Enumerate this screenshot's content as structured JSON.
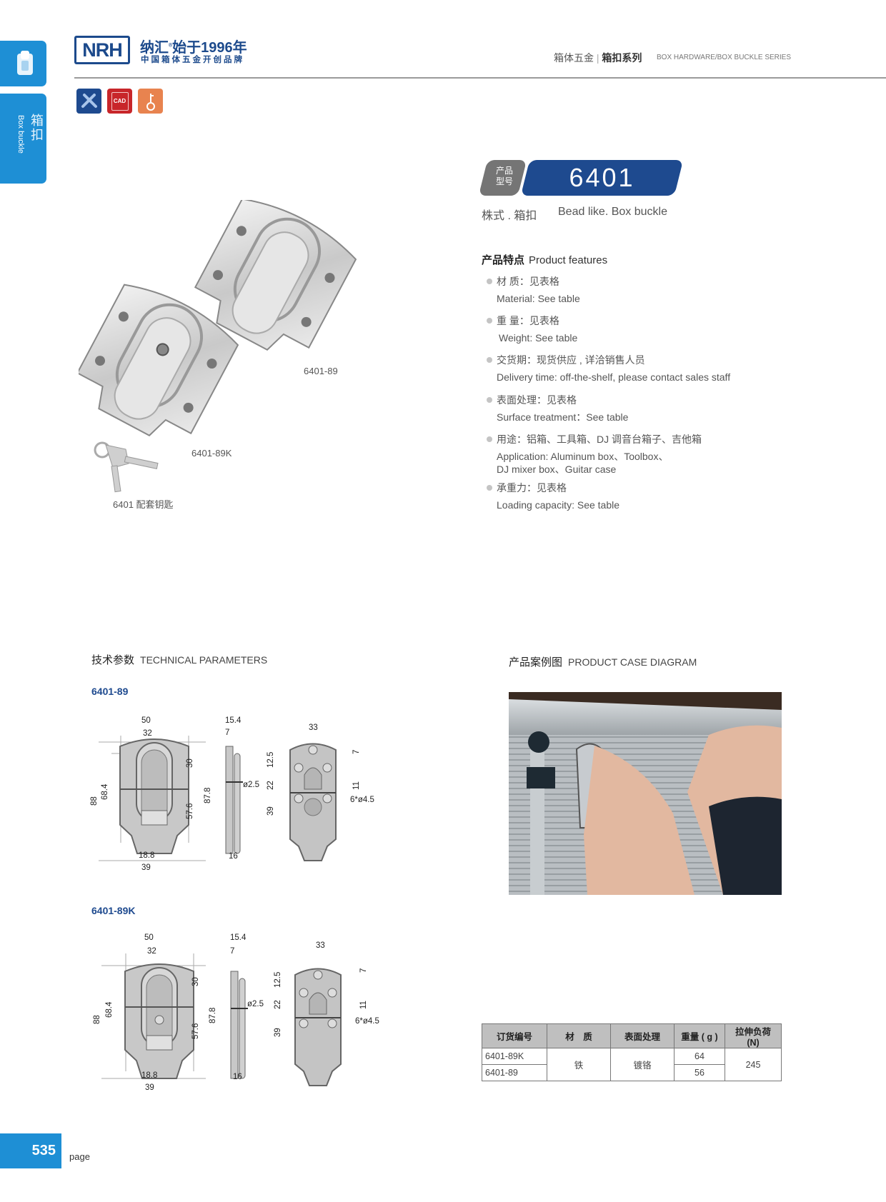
{
  "sidebar": {
    "top_icon": "buckle-icon",
    "category_cn": "箱扣",
    "category_en": "Box buckle"
  },
  "header": {
    "logo_text": "NRH",
    "brand_cn": "纳汇",
    "brand_slogan": "始于1996年",
    "brand_subtitle": "中国箱体五金开创品牌",
    "category_cn_main": "箱体五金",
    "category_cn_sub": "箱扣系列",
    "category_en": "BOX HARDWARE/BOX BUCKLE SERIES",
    "icons": [
      {
        "name": "design-tools-icon",
        "color": "#1e4a8f"
      },
      {
        "name": "cad-icon",
        "label": "CAD",
        "color": "#c8262a"
      },
      {
        "name": "key-icon",
        "color": "#e8834f"
      }
    ]
  },
  "product": {
    "model_label_line1": "产品",
    "model_label_line2": "型号",
    "model_number": "6401",
    "style_cn": "株式 . 箱扣",
    "style_en": "Bead like. Box buckle",
    "images": [
      {
        "caption": "6401-89"
      },
      {
        "caption": "6401-89K"
      },
      {
        "caption": "6401 配套钥匙"
      }
    ]
  },
  "features": {
    "title_cn": "产品特点",
    "title_en": "Product features",
    "items": [
      {
        "cn": "材  质：见表格",
        "en": "Material: See table"
      },
      {
        "cn": "重  量：见表格",
        "en": "Weight: See table"
      },
      {
        "cn": "交货期：现货供应 , 详洽销售人员",
        "en": "Delivery time: off-the-shelf, please contact sales staff"
      },
      {
        "cn": "表面处理：见表格",
        "en": "Surface treatment：See table"
      },
      {
        "cn": "用途：铝箱、工具箱、DJ 调音台箱子、吉他箱",
        "en": "Application: Aluminum box、Toolbox、",
        "en2": "DJ mixer box、Guitar case"
      },
      {
        "cn": "承重力：见表格",
        "en": "Loading capacity: See table"
      }
    ]
  },
  "tech": {
    "title_cn": "技术参数",
    "title_en": "TECHNICAL PARAMETERS",
    "drawings": [
      {
        "model": "6401-89",
        "dims": {
          "w50": "50",
          "w32": "32",
          "h88": "88",
          "h68_4": "68.4",
          "h30": "30",
          "h57_6": "57.6",
          "b18_8": "18.8",
          "b39": "39",
          "side_15_4": "15.4",
          "side_7": "7",
          "side_87_8": "87.8",
          "side_d2_5": "ø2.5",
          "side_16": "16",
          "base_33": "33",
          "base_7": "7",
          "base_12_5": "12.5",
          "base_22": "22",
          "base_11": "11",
          "base_39": "39",
          "base_holes": "6*ø4.5"
        }
      },
      {
        "model": "6401-89K",
        "dims": {
          "w50": "50",
          "w32": "32",
          "h88": "88",
          "h68_4": "68.4",
          "h30": "30",
          "h57_6": "57.6",
          "b18_8": "18.8",
          "b39": "39",
          "side_15_4": "15.4",
          "side_7": "7",
          "side_87_8": "87.8",
          "side_d2_5": "ø2.5",
          "side_16": "16",
          "base_33": "33",
          "base_7": "7",
          "base_12_5": "12.5",
          "base_22": "22",
          "base_11": "11",
          "base_39": "39",
          "base_holes": "6*ø4.5"
        }
      }
    ]
  },
  "case": {
    "title_cn": "产品案例图",
    "title_en": "PRODUCT CASE DIAGRAM"
  },
  "spec_table": {
    "headers": [
      "订货编号",
      "材　质",
      "表面处理",
      "重量 ( g )",
      "拉伸负荷 (N)"
    ],
    "rows": [
      {
        "code": "6401-89K",
        "weight": "64"
      },
      {
        "code": "6401-89",
        "weight": "56"
      }
    ],
    "material": "铁",
    "surface": "镀铬",
    "load": "245"
  },
  "footer": {
    "page_number": "535",
    "page_word": "page"
  }
}
